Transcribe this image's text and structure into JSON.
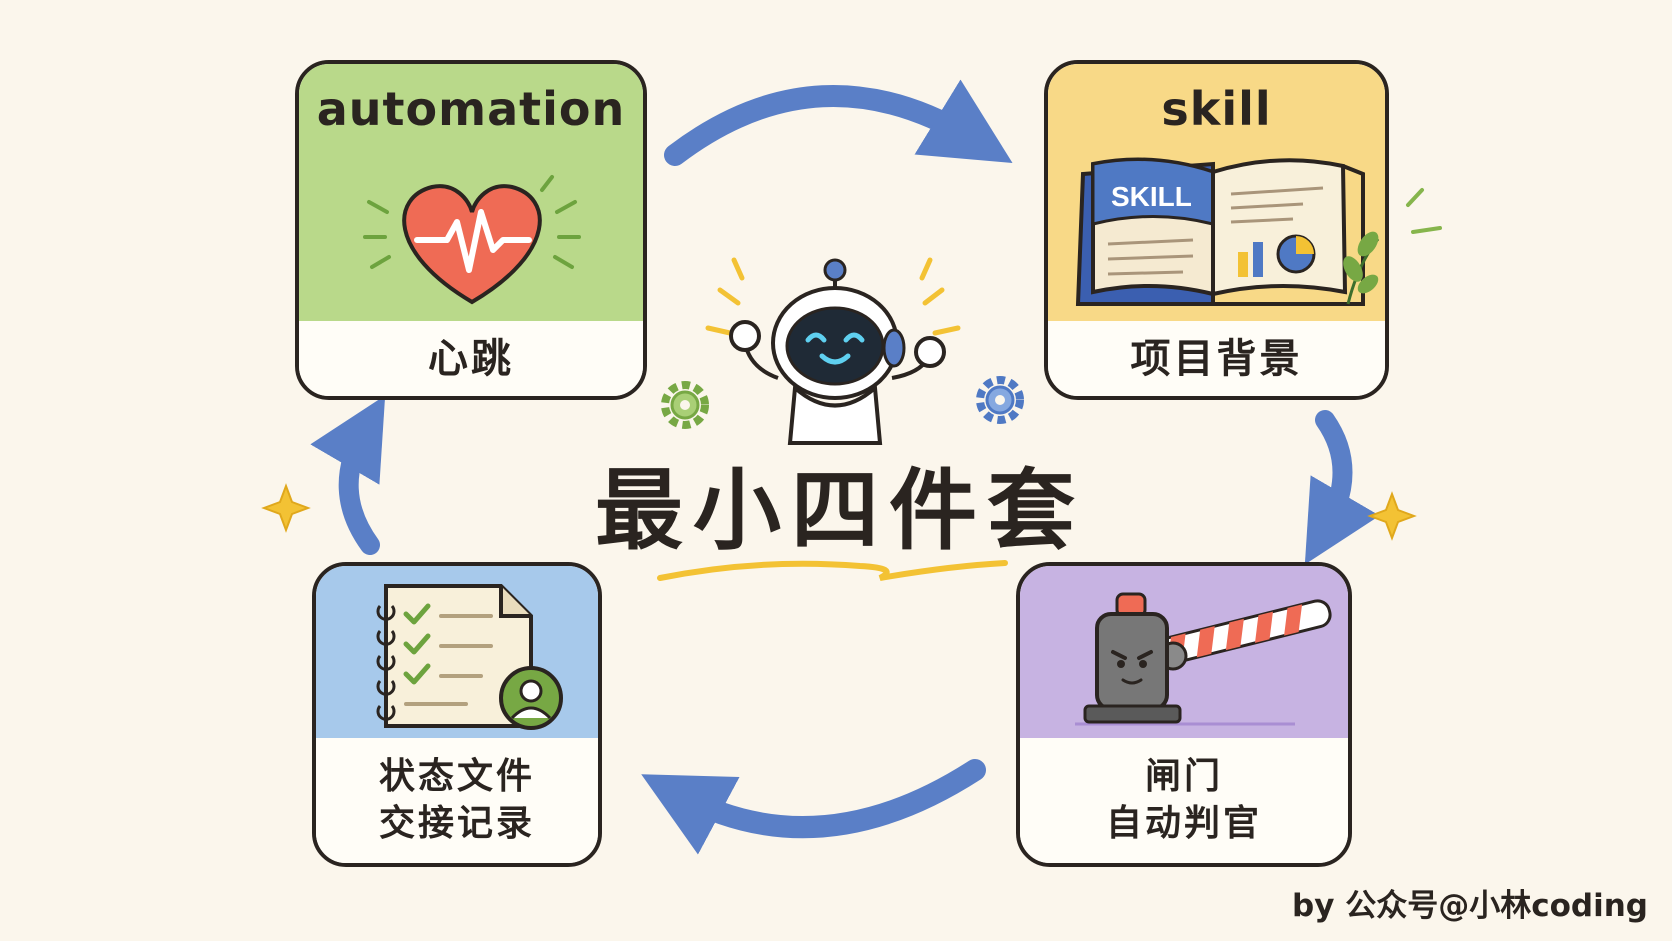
{
  "center": {
    "title": "最小四件套"
  },
  "cards": {
    "automation": {
      "header": "automation",
      "label": "心跳"
    },
    "skill": {
      "header": "skill",
      "book_text": "SKILL",
      "label": "项目背景"
    },
    "status": {
      "label_line1": "状态文件",
      "label_line2": "交接记录"
    },
    "gate": {
      "label_line1": "闸门",
      "label_line2": "自动判官"
    }
  },
  "credit": "by 公众号@小林coding",
  "colors": {
    "background": "#fbf6ec",
    "arrow": "#5a7fc7",
    "automation": "#b9d98a",
    "skill": "#f8d987",
    "status": "#a7c9eb",
    "gate": "#c7b3e2",
    "heart": "#ef6b55",
    "sparkle": "#f3c234"
  },
  "icons": {
    "automation": "heartbeat-heart-icon",
    "skill": "open-book-icon",
    "status": "checklist-notebook-icon",
    "gate": "barrier-gate-icon",
    "center": "robot-mascot-icon"
  }
}
